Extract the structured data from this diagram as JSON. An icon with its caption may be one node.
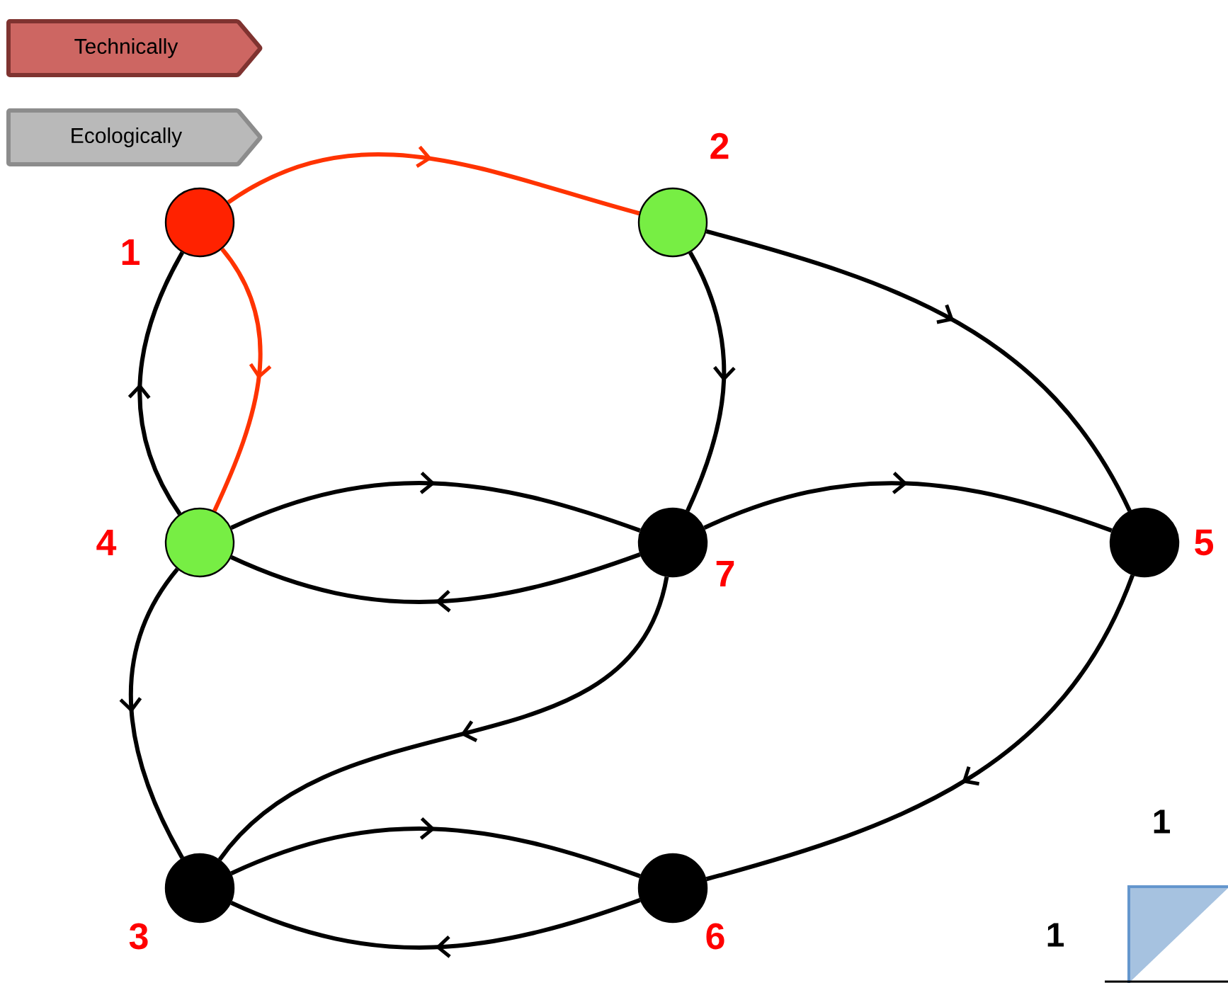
{
  "diagram": {
    "nodes": [
      {
        "text": [],
        "shape": "circle",
        "beside": [
          "1"
        ]
      },
      {
        "text": [],
        "shape": "circle",
        "beside": [
          "2"
        ]
      },
      {
        "text": [],
        "shape": "circle",
        "beside": [
          "3"
        ]
      },
      {
        "text": [],
        "shape": "circle",
        "beside": [
          "4"
        ]
      },
      {
        "text": [],
        "shape": "circle",
        "beside": [
          "5"
        ]
      },
      {
        "text": [],
        "shape": "circle",
        "beside": [
          "6"
        ]
      },
      {
        "text": [],
        "shape": "circle",
        "beside": [
          "7"
        ]
      }
    ],
    "edges": [
      {
        "from": 0,
        "to": 1,
        "arrow": "to",
        "color": "#ff3300"
      },
      {
        "from": 0,
        "to": 3,
        "arrow": "to",
        "color": "#ff3300"
      },
      {
        "from": 3,
        "to": 0,
        "arrow": "to"
      },
      {
        "from": 1,
        "to": 6,
        "arrow": "to"
      },
      {
        "from": 1,
        "to": 4,
        "arrow": "to"
      },
      {
        "from": 3,
        "to": 6,
        "arrow": "to"
      },
      {
        "from": 6,
        "to": 3,
        "arrow": "to"
      },
      {
        "from": 6,
        "to": 4,
        "arrow": "to"
      },
      {
        "from": 3,
        "to": 2,
        "arrow": "to"
      },
      {
        "from": 6,
        "to": 2,
        "arrow": "to"
      },
      {
        "from": 2,
        "to": 5,
        "arrow": "to"
      },
      {
        "from": 5,
        "to": 2,
        "arrow": "to"
      },
      {
        "from": 4,
        "to": 5,
        "arrow": "to"
      }
    ],
    "labels": [
      "1",
      "1"
    ],
    "legend": [
      {
        "text": "Technically",
        "color": "#cd6662"
      },
      {
        "text": "Ecologically",
        "color": "#b9b9b9"
      }
    ]
  }
}
